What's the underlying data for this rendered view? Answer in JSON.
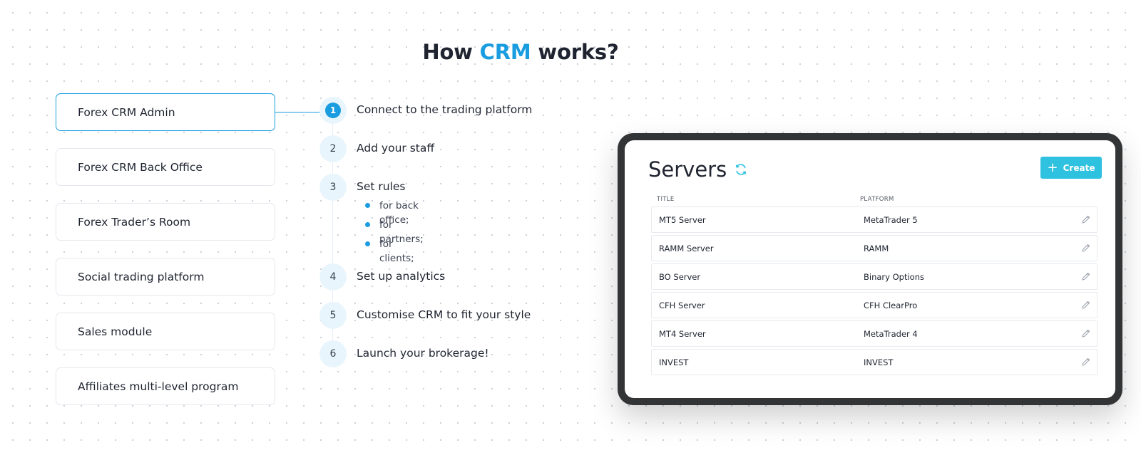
{
  "heading": {
    "prefix": "How ",
    "accent": "CRM",
    "suffix": " works?"
  },
  "menu": {
    "items": [
      {
        "label": "Forex CRM Admin",
        "active": true
      },
      {
        "label": "Forex CRM Back Office",
        "active": false
      },
      {
        "label": "Forex Trader’s Room",
        "active": false
      },
      {
        "label": "Social trading platform",
        "active": false
      },
      {
        "label": "Sales module",
        "active": false
      },
      {
        "label": "Affiliates multi-level program",
        "active": false
      }
    ]
  },
  "steps": {
    "items": [
      {
        "number": "1",
        "label": "Connect to the trading platform",
        "active": true
      },
      {
        "number": "2",
        "label": "Add your staff"
      },
      {
        "number": "3",
        "label": "Set rules"
      },
      {
        "number": "4",
        "label": "Set up analytics"
      },
      {
        "number": "5",
        "label": "Customise CRM to fit your style"
      },
      {
        "number": "6",
        "label": "Launch your brokerage!"
      }
    ],
    "rules": [
      "for back office;",
      "for partners;",
      "for clients;"
    ]
  },
  "colors": {
    "accent": "#1a9de0",
    "create_button": "#2fc1e0",
    "device_frame": "#333436"
  },
  "servers": {
    "title": "Servers",
    "refresh_icon": "refresh-icon",
    "create_label": "Create",
    "columns": {
      "title": "TITLE",
      "platform": "PLATFORM"
    },
    "rows": [
      {
        "title": "MT5 Server",
        "platform": "MetaTrader 5"
      },
      {
        "title": "RAMM Server",
        "platform": "RAMM"
      },
      {
        "title": "BO Server",
        "platform": "Binary Options"
      },
      {
        "title": "CFH Server",
        "platform": "CFH ClearPro"
      },
      {
        "title": "MT4 Server",
        "platform": "MetaTrader 4"
      },
      {
        "title": "INVEST",
        "platform": "INVEST"
      }
    ]
  }
}
